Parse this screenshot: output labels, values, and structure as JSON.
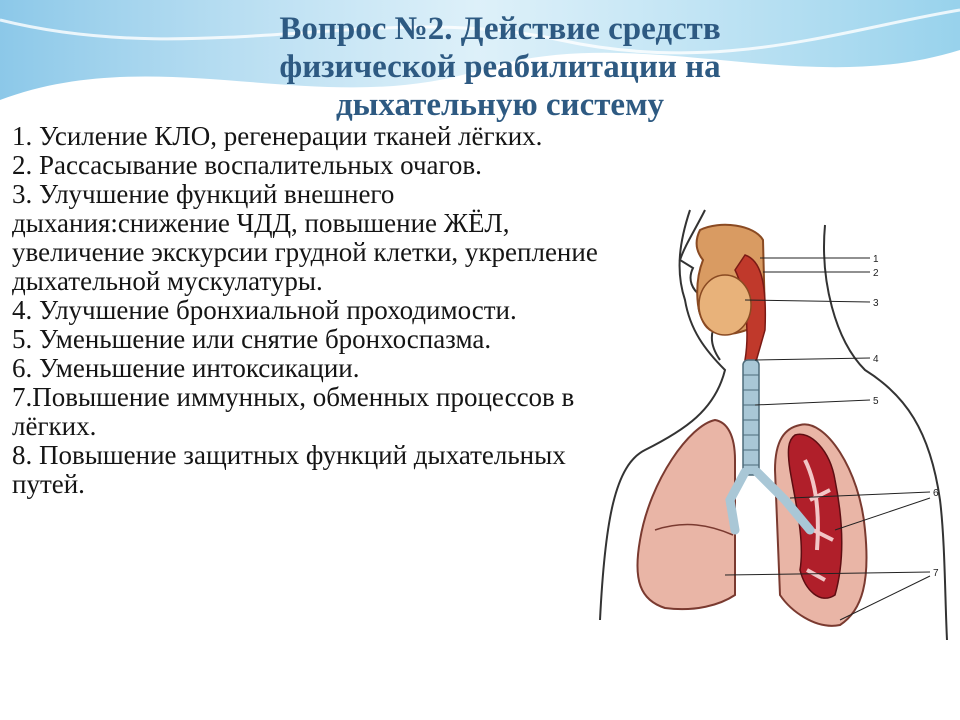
{
  "slide": {
    "title": "Вопрос №2. Действие средств физической реабилитации на дыхательную систему",
    "items": [
      "1. Усиление  КЛО, регенерации тканей лёгких.",
      "2. Рассасывание воспалительных очагов.",
      "3. Улучшение функций внешнего дыхания:снижение ЧДД, повышение ЖЁЛ, увеличение   экскурсии грудной клетки, укрепление дыхательной мускулатуры.",
      "4. Улучшение бронхиальной проходимости.",
      "5. Уменьшение или снятие бронхоспазма.",
      "6. Уменьшение интоксикации.",
      "7.Повышение иммунных, обменных процессов в  лёгких.",
      "8. Повышение защитных функций дыхательных путей."
    ]
  },
  "diagram": {
    "labels": [
      "1",
      "2",
      "3",
      "4",
      "5",
      "6",
      "7"
    ]
  },
  "colors": {
    "title": "#2e5a82",
    "wave": "#7fc2e6",
    "lung": "#e9b5a6",
    "bronchi": "#b01f2a",
    "trachea": "#a9c7d6",
    "nasal": "#d99b62"
  }
}
